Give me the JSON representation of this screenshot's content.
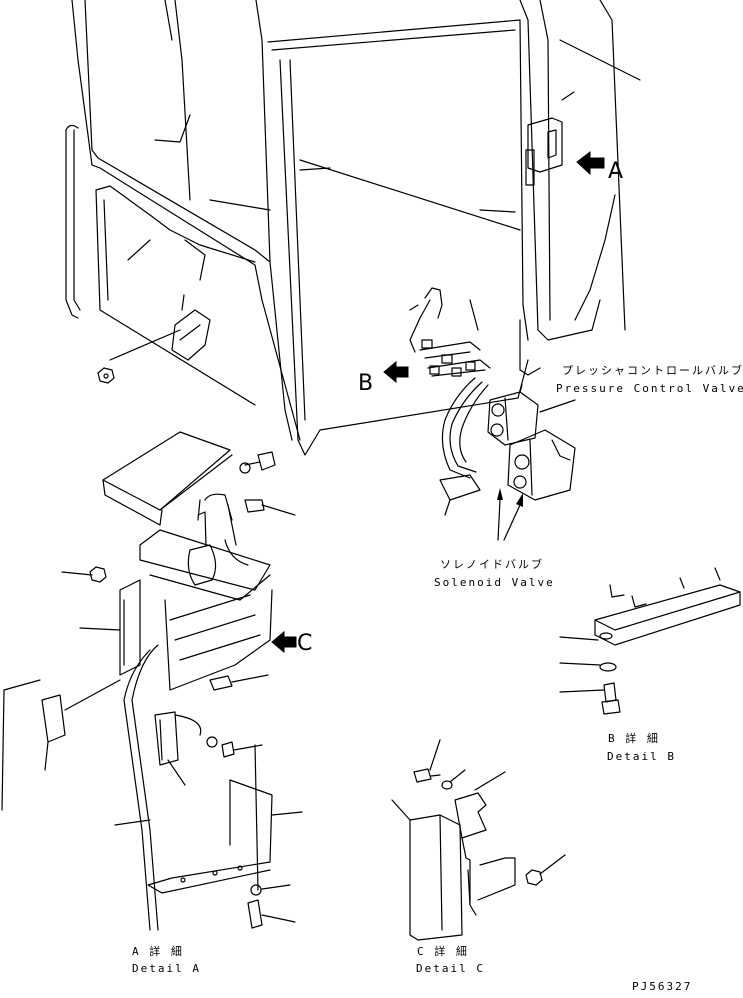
{
  "callouts": {
    "a": "A",
    "b": "B",
    "c": "C"
  },
  "parts": {
    "pressure_control_valve_jp": "プレッシャコントロールバルブ",
    "pressure_control_valve_en": "Pressure Control Valve",
    "solenoid_valve_jp": "ソレノイドバルブ",
    "solenoid_valve_en": "Solenoid Valve"
  },
  "details": {
    "a_jp": "A 詳 細",
    "a_en": "Detail A",
    "b_jp": "B 詳 細",
    "b_en": "Detail B",
    "c_jp": "C 詳 細",
    "c_en": "Detail C"
  },
  "drawing_code": "PJ56327"
}
